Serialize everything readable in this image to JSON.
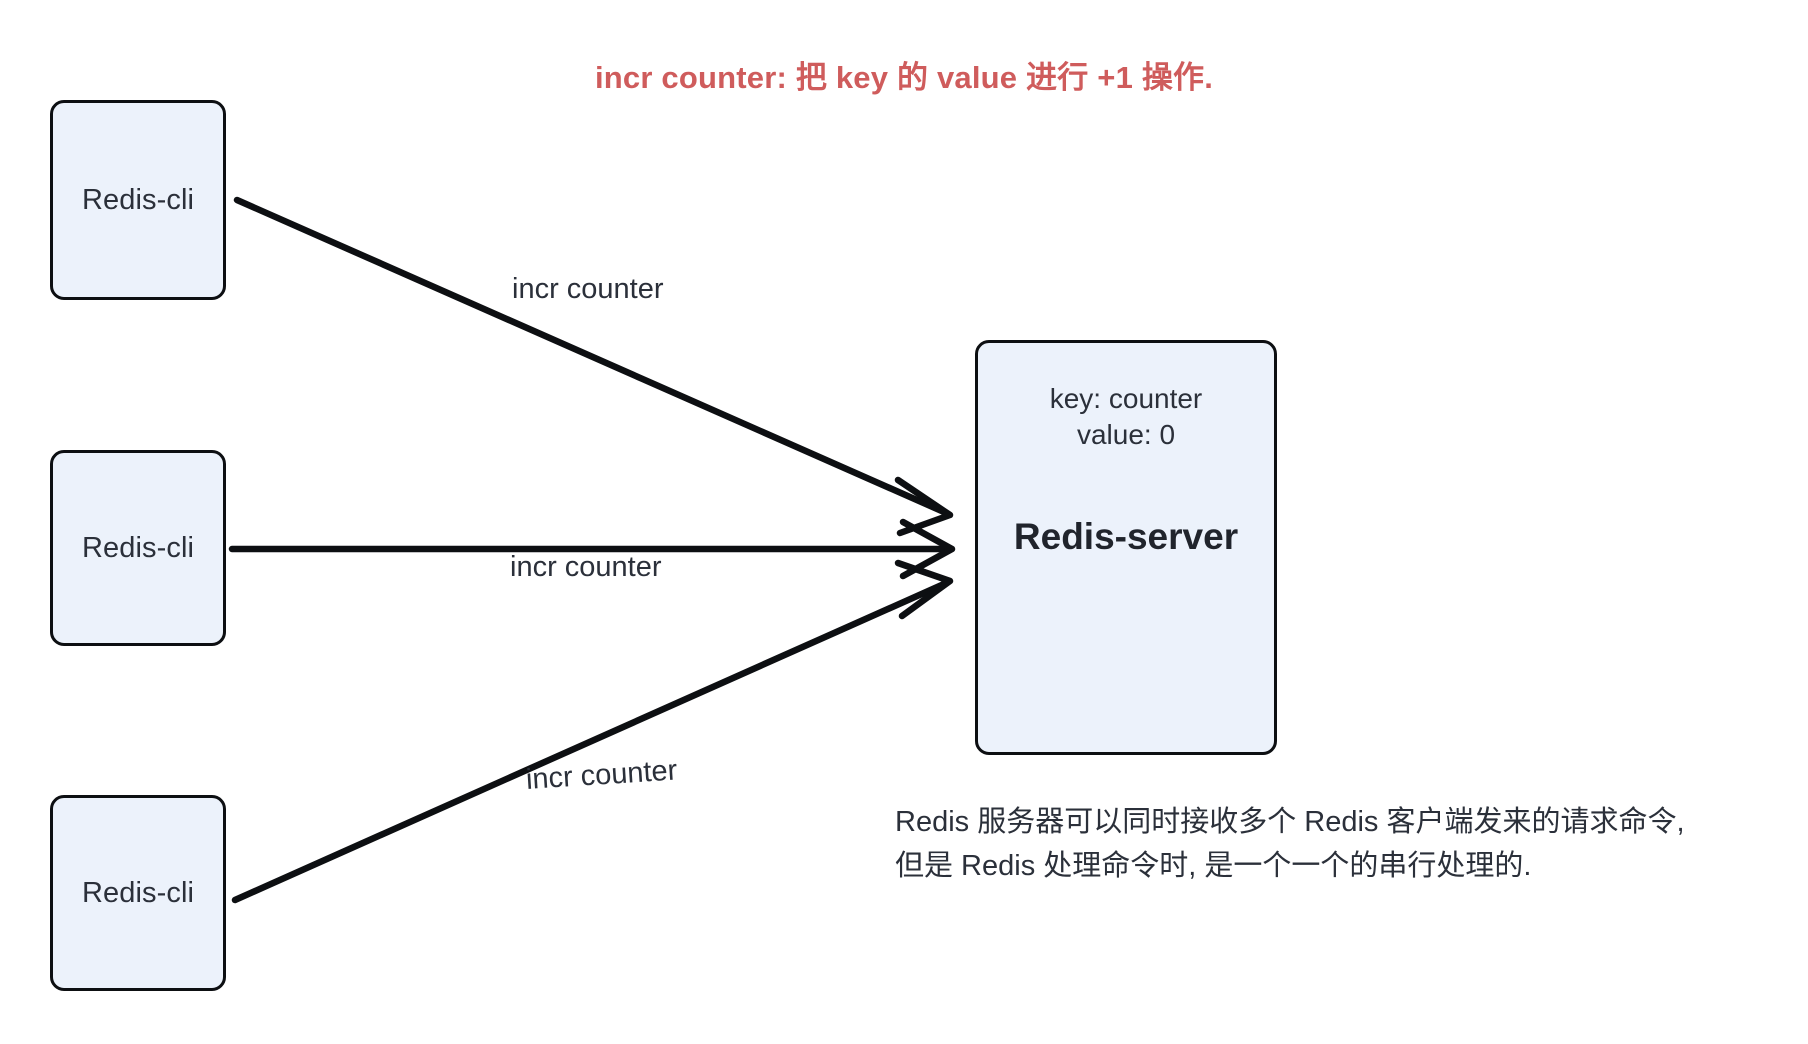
{
  "title": "incr counter: 把 key 的 value 进行 +1 操作.",
  "title_color": "#cf5c5c",
  "node_fill": "#ecf2fb",
  "node_stroke": "#0d0f12",
  "clients": [
    {
      "label": "Redis-cli"
    },
    {
      "label": "Redis-cli"
    },
    {
      "label": "Redis-cli"
    }
  ],
  "server": {
    "key_line": "key: counter",
    "value_line": "value: 0",
    "title": "Redis-server"
  },
  "edges": [
    {
      "label": "incr counter"
    },
    {
      "label": "incr counter"
    },
    {
      "label": "incr counter"
    }
  ],
  "caption": {
    "line1": "Redis 服务器可以同时接收多个 Redis 客户端发来的请求命令,",
    "line2": "但是 Redis 处理命令时, 是一个一个的串行处理的."
  }
}
